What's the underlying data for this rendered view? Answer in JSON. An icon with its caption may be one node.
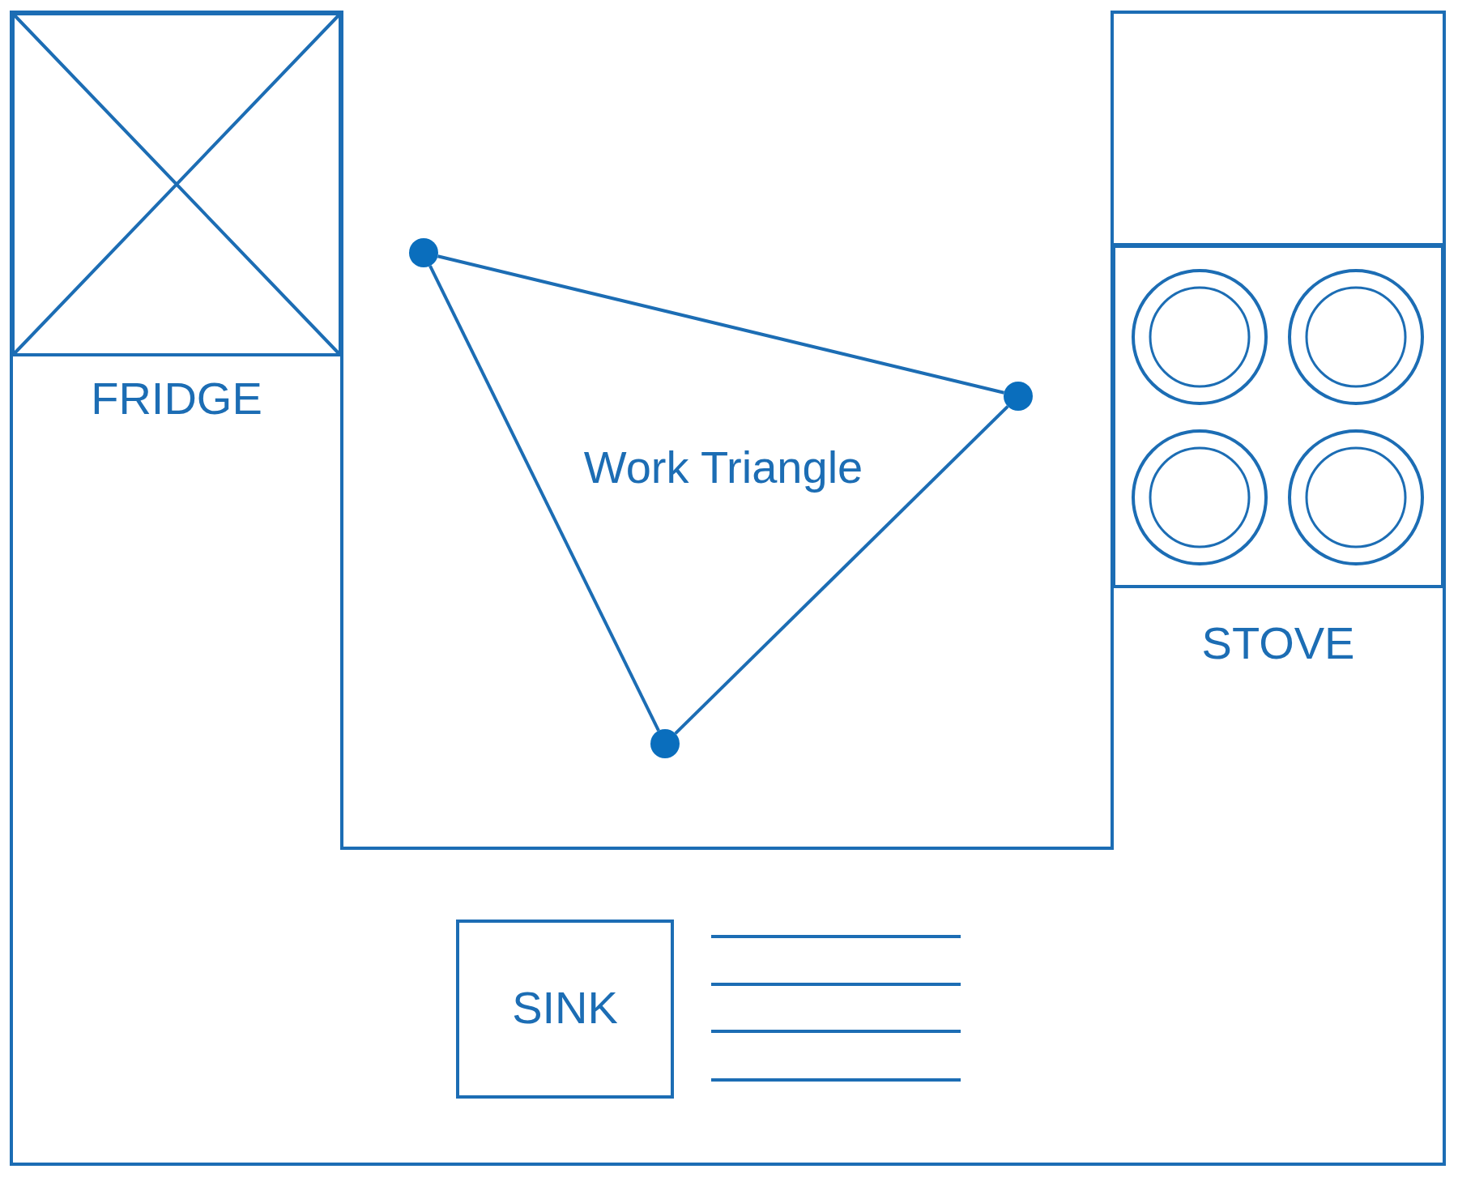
{
  "diagram": {
    "nodes": [
      {
        "text": [
          "FRIDGE"
        ]
      },
      {
        "text": [],
        "shape": "circle"
      },
      {
        "text": [],
        "shape": "circle"
      },
      {
        "text": [],
        "shape": "circle"
      },
      {
        "text": [
          "STOVE"
        ]
      },
      {
        "text": [
          "SINK"
        ]
      }
    ],
    "edges": [
      {
        "from": 1,
        "to": 3,
        "arrow": "none"
      },
      {
        "from": 1,
        "to": 2,
        "arrow": "none"
      },
      {
        "from": 2,
        "to": 3,
        "arrow": "none"
      }
    ],
    "labels": [
      "Work Triangle"
    ]
  }
}
